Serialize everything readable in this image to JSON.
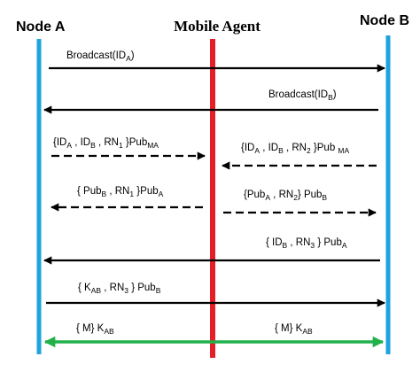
{
  "headers": {
    "node_a": "Node A",
    "mobile_agent": "Mobile Agent",
    "node_b": "Node B"
  },
  "colors": {
    "lifeline_nodes": "#1ea3dc",
    "lifeline_agent": "#e41f25",
    "final_arrow": "#21b14b",
    "message": "#000000"
  },
  "messages": {
    "m1": {
      "label": "Broadcast(ID",
      "sub": "A",
      "tail": ")"
    },
    "m2": {
      "label": "Broadcast(ID",
      "sub": "B",
      "tail": ")"
    },
    "m3a": {
      "p1": "{ID",
      "s1": "A",
      "p2": " , ID",
      "s2": "B",
      "p3": " , RN",
      "s3": "1",
      "p4": " }Pub",
      "s4": "MA"
    },
    "m3b": {
      "p1": "{ID",
      "s1": "A",
      "p2": " , ID",
      "s2": "B",
      "p3": " , RN",
      "s3": "2",
      "p4": " }Pub ",
      "s4": "MA"
    },
    "m4a": {
      "p1": "{ Pub",
      "s1": "B",
      "p2": " , RN",
      "s2": "1",
      "p3": " }Pub",
      "s3": "A"
    },
    "m4b": {
      "p1": "{Pub",
      "s1": "A",
      "p2": " , RN",
      "s2": "2",
      "p3": "} Pub",
      "s3": "B"
    },
    "m5": {
      "p1": "{ ID",
      "s1": "B",
      "p2": " , RN",
      "s2": "3",
      "p3": " } Pub",
      "s3": "A"
    },
    "m6": {
      "p1": "{ K",
      "s1": "AB",
      "p2": " , RN",
      "s2": "3",
      "p3": " } Pub",
      "s3": "B"
    },
    "m7a": {
      "p1": "{ M} K",
      "s1": "AB"
    },
    "m7b": {
      "p1": "{ M} K",
      "s1": "AB"
    }
  }
}
